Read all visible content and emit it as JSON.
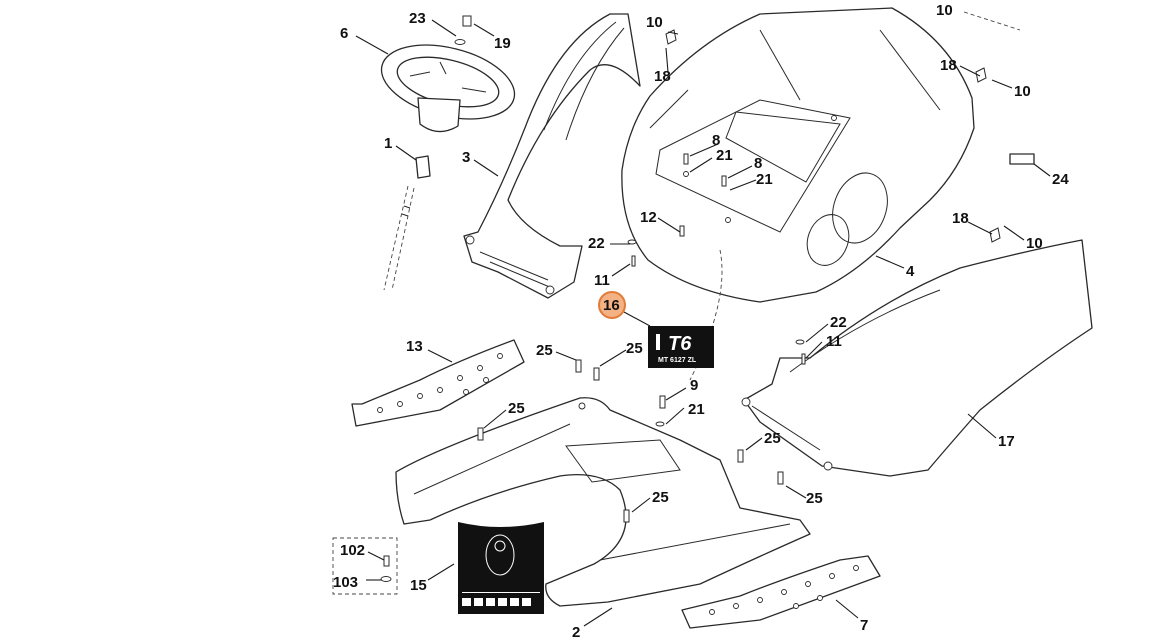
{
  "diagram": {
    "callouts": {
      "c23": "23",
      "c19": "19",
      "c6": "6",
      "c1": "1",
      "c3": "3",
      "c10a": "10",
      "c18a": "18",
      "c10b": "10",
      "c18b": "18",
      "c10c": "10",
      "c8a": "8",
      "c21a": "21",
      "c8b": "8",
      "c21b": "21",
      "c12": "12",
      "c24": "24",
      "c22a": "22",
      "c11a": "11",
      "c4": "4",
      "c18c": "18",
      "c10d": "10",
      "c16": "16",
      "c22b": "22",
      "c11b": "11",
      "c13": "13",
      "c25a": "25",
      "c25b": "25",
      "c9": "9",
      "c21c": "21",
      "c25c": "25",
      "c17": "17",
      "c25d": "25",
      "c25e": "25",
      "c25f": "25",
      "c102": "102",
      "c103": "103",
      "c15": "15",
      "c2": "2",
      "c7": "7"
    },
    "decal_16": {
      "logo": "T6",
      "model": "MT 6127 ZL"
    },
    "highlight_color": "#f4b183",
    "highlight_stroke": "#e07b39"
  }
}
